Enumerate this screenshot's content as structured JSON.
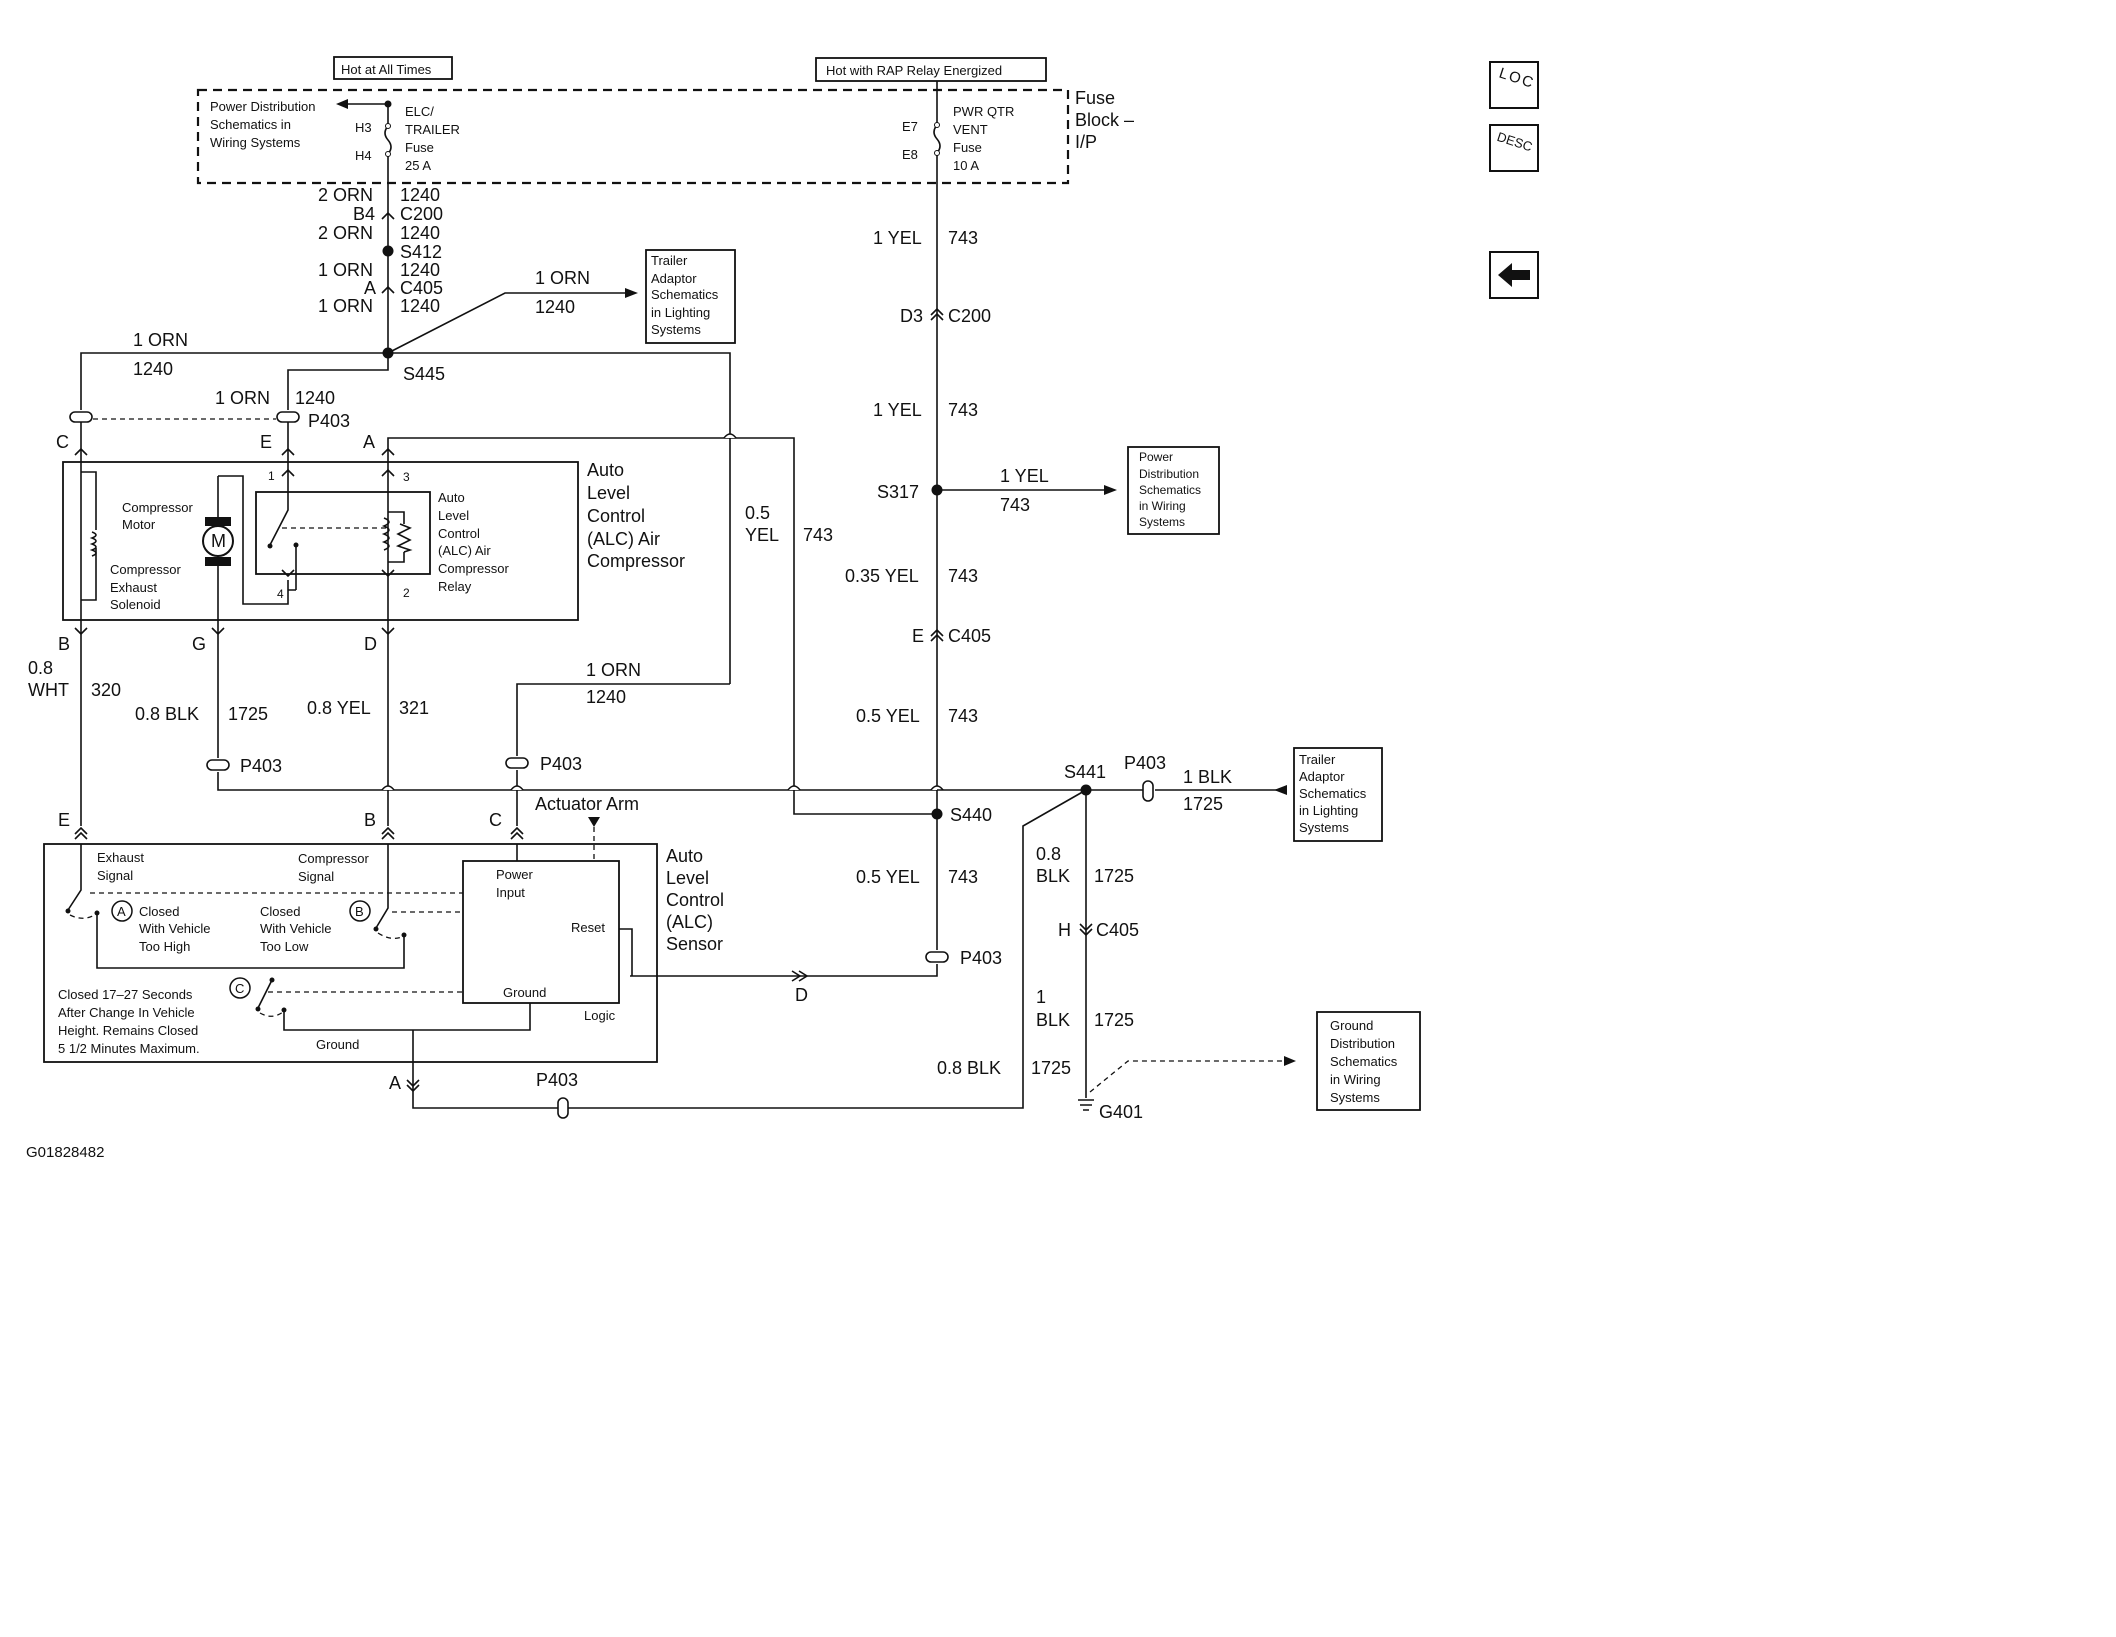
{
  "power_labels": {
    "hot_at_all_times": "Hot at All Times",
    "hot_with_rap": "Hot with RAP Relay Energized"
  },
  "fuse_block": {
    "title_line1": "Fuse",
    "title_line2": "Block –",
    "title_line3": "I/P"
  },
  "fuse_left": {
    "ref_line1": "Power Distribution",
    "ref_line2": "Schematics in",
    "ref_line3": "Wiring Systems",
    "pin_top": "H3",
    "pin_bottom": "H4",
    "name_line1": "ELC/",
    "name_line2": "TRAILER",
    "name_line3": "Fuse",
    "rating": "25 A"
  },
  "fuse_right": {
    "pin_top": "E7",
    "pin_bottom": "E8",
    "name_line1": "PWR QTR",
    "name_line2": "VENT",
    "name_line3": "Fuse",
    "rating": "10 A"
  },
  "left_trunk": {
    "w1_gauge": "2 ORN",
    "w1_circuit": "1240",
    "c200_pin": "B4",
    "c200": "C200",
    "w2_gauge": "2 ORN",
    "w2_circuit": "1240",
    "s412": "S412",
    "w3_gauge": "1 ORN",
    "w3_circuit": "1240",
    "c405_pin": "A",
    "c405": "C405",
    "w4_gauge": "1 ORN",
    "w4_circuit": "1240",
    "s445": "S445"
  },
  "trailer_top": {
    "gauge": "1 ORN",
    "circuit": "1240",
    "ref_line1": "Trailer",
    "ref_line2": "Adaptor",
    "ref_line3": "Schematics",
    "ref_line4": "in Lighting",
    "ref_line5": "Systems"
  },
  "left_branch": {
    "gauge": "1 ORN",
    "circuit": "1240"
  },
  "p403_top": {
    "gauge": "1 ORN",
    "circuit": "1240",
    "label": "P403"
  },
  "compressor": {
    "pin_c": "C",
    "pin_e": "E",
    "pin_a": "A",
    "title_line1": "Auto",
    "title_line2": "Level",
    "title_line3": "Control",
    "title_line4": "(ALC) Air",
    "title_line5": "Compressor",
    "motor_line1": "Compressor",
    "motor_line2": "Motor",
    "motor_symbol": "M",
    "solenoid_line1": "Compressor",
    "solenoid_line2": "Exhaust",
    "solenoid_line3": "Solenoid",
    "relay_line1": "Auto",
    "relay_line2": "Level",
    "relay_line3": "Control",
    "relay_line4": "(ALC) Air",
    "relay_line5": "Compressor",
    "relay_line6": "Relay",
    "relay_pin1": "1",
    "relay_pin2": "2",
    "relay_pin3": "3",
    "relay_pin4": "4",
    "pin_b": "B",
    "pin_g": "G",
    "pin_d": "D"
  },
  "mid_wires": {
    "yel_gauge_line1": "0.5",
    "yel_gauge_line2": "YEL",
    "yel_circuit": "743",
    "orn_gauge": "1 ORN",
    "orn_circuit": "1240",
    "wht_gauge_line1": "0.8",
    "wht_gauge_line2": "WHT",
    "wht_circuit": "320",
    "blk_gauge": "0.8 BLK",
    "blk_circuit": "1725",
    "yel321_gauge": "0.8 YEL",
    "yel321_circuit": "321",
    "p403_left": "P403",
    "p403_mid": "P403"
  },
  "right_trunk": {
    "w1_gauge": "1 YEL",
    "w1_circuit": "743",
    "c200_pin": "D3",
    "c200": "C200",
    "w2_gauge": "1 YEL",
    "w2_circuit": "743",
    "s317": "S317",
    "w3_gauge": "0.35 YEL",
    "w3_circuit": "743",
    "c405_pin": "E",
    "c405": "C405",
    "w4_gauge": "0.5 YEL",
    "w4_circuit": "743",
    "s440": "S440",
    "w5_gauge": "0.5 YEL",
    "w5_circuit": "743",
    "p403": "P403"
  },
  "power_dist_ref": {
    "gauge": "1 YEL",
    "circuit": "743",
    "line1": "Power",
    "line2": "Distribution",
    "line3": "Schematics",
    "line4": "in Wiring",
    "line5": "Systems"
  },
  "ground_side": {
    "s441": "S441",
    "p403": "P403",
    "gauge": "1 BLK",
    "circuit": "1725",
    "trailer_line1": "Trailer",
    "trailer_line2": "Adaptor",
    "trailer_line3": "Schematics",
    "trailer_line4": "in Lighting",
    "trailer_line5": "Systems",
    "w1_gauge_line1": "0.8",
    "w1_gauge_line2": "BLK",
    "w1_circuit": "1725",
    "c405_pin": "H",
    "c405": "C405",
    "w2_gauge_line1": "1",
    "w2_gauge_line2": "BLK",
    "w2_circuit": "1725",
    "w3_gauge": "0.8 BLK",
    "w3_circuit": "1725",
    "g401": "G401",
    "ground_line1": "Ground",
    "ground_line2": "Distribution",
    "ground_line3": "Schematics",
    "ground_line4": "in Wiring",
    "ground_line5": "Systems"
  },
  "sensor": {
    "pin_e": "E",
    "pin_b": "B",
    "pin_c": "C",
    "pin_d": "D",
    "pin_a": "A",
    "actuator": "Actuator Arm",
    "title_line1": "Auto",
    "title_line2": "Level",
    "title_line3": "Control",
    "title_line4": "(ALC)",
    "title_line5": "Sensor",
    "exhaust_line1": "Exhaust",
    "exhaust_line2": "Signal",
    "compressor_line1": "Compressor",
    "compressor_line2": "Signal",
    "switch_a": "A",
    "switch_a_line1": "Closed",
    "switch_a_line2": "With Vehicle",
    "switch_a_line3": "Too High",
    "switch_b": "B",
    "switch_b_line1": "Closed",
    "switch_b_line2": "With Vehicle",
    "switch_b_line3": "Too Low",
    "switch_c": "C",
    "note_line1": "Closed 17–27 Seconds",
    "note_line2": "After Change In Vehicle",
    "note_line3": "Height. Remains Closed",
    "note_line4": "5 1/2 Minutes Maximum.",
    "logic_power_line1": "Power",
    "logic_power_line2": "Input",
    "logic_reset": "Reset",
    "logic_ground": "Ground",
    "logic": "Logic",
    "ground": "Ground",
    "p403": "P403"
  },
  "nav": {
    "loc": "LOC",
    "desc": "DESC",
    "back": "back"
  },
  "figure_id": "G01828482"
}
